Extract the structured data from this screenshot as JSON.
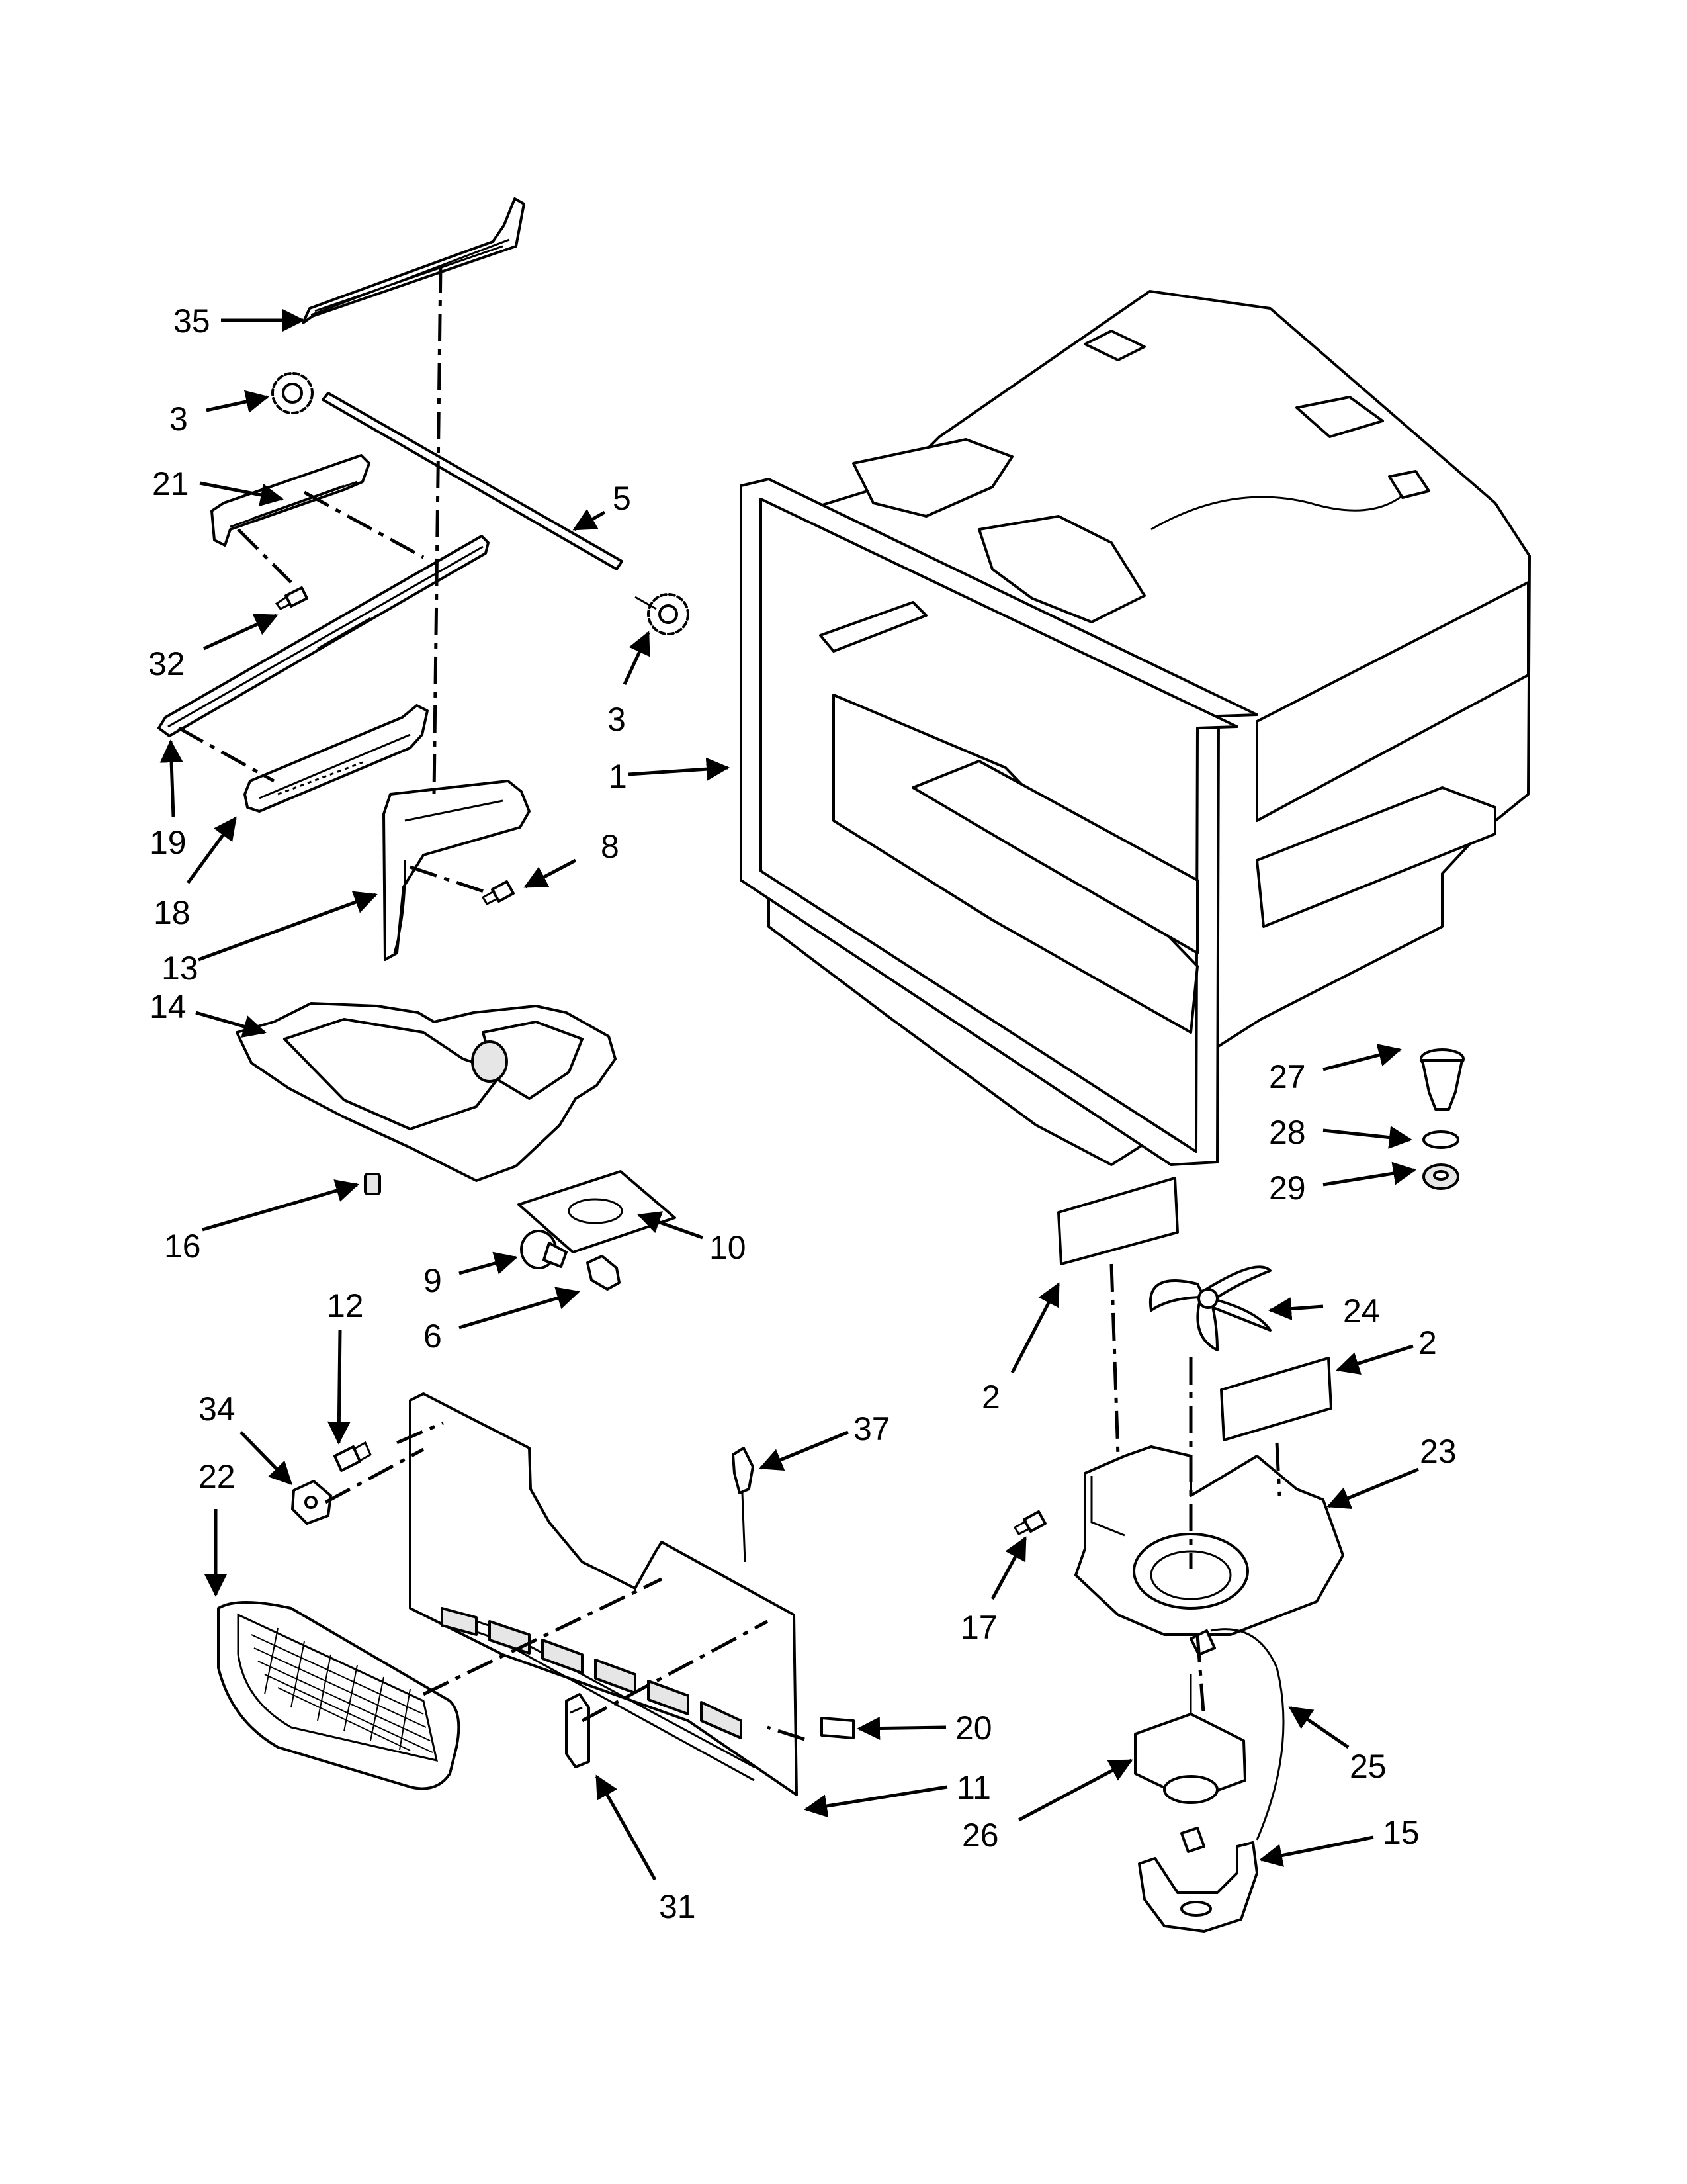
{
  "callouts": [
    {
      "id": "c35",
      "text": "35"
    },
    {
      "id": "c3a",
      "text": "3"
    },
    {
      "id": "c21",
      "text": "21"
    },
    {
      "id": "c5",
      "text": "5"
    },
    {
      "id": "c32",
      "text": "32"
    },
    {
      "id": "c3b",
      "text": "3"
    },
    {
      "id": "c1",
      "text": "1"
    },
    {
      "id": "c19",
      "text": "19"
    },
    {
      "id": "c8",
      "text": "8"
    },
    {
      "id": "c18",
      "text": "18"
    },
    {
      "id": "c13",
      "text": "13"
    },
    {
      "id": "c14",
      "text": "14"
    },
    {
      "id": "c27",
      "text": "27"
    },
    {
      "id": "c28",
      "text": "28"
    },
    {
      "id": "c29",
      "text": "29"
    },
    {
      "id": "c16",
      "text": "16"
    },
    {
      "id": "c10",
      "text": "10"
    },
    {
      "id": "c9",
      "text": "9"
    },
    {
      "id": "c12",
      "text": "12"
    },
    {
      "id": "c6",
      "text": "6"
    },
    {
      "id": "c24",
      "text": "24"
    },
    {
      "id": "c2a",
      "text": "2"
    },
    {
      "id": "c2b",
      "text": "2"
    },
    {
      "id": "c34",
      "text": "34"
    },
    {
      "id": "c37",
      "text": "37"
    },
    {
      "id": "c22",
      "text": "22"
    },
    {
      "id": "c23",
      "text": "23"
    },
    {
      "id": "c17",
      "text": "17"
    },
    {
      "id": "c20",
      "text": "20"
    },
    {
      "id": "c25",
      "text": "25"
    },
    {
      "id": "c11",
      "text": "11"
    },
    {
      "id": "c26",
      "text": "26"
    },
    {
      "id": "c15",
      "text": "15"
    },
    {
      "id": "c31",
      "text": "31"
    }
  ]
}
